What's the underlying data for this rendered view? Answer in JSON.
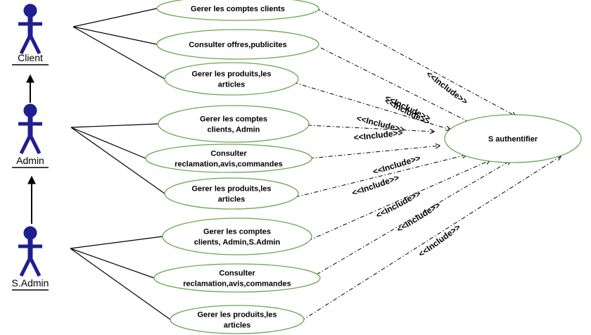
{
  "actors": [
    {
      "id": "client",
      "label": "Client"
    },
    {
      "id": "admin",
      "label": "Admin"
    },
    {
      "id": "sadmin",
      "label": "S.Admin"
    }
  ],
  "use_cases": [
    {
      "id": "uc1",
      "lines": [
        "Gerer les comptes clients"
      ]
    },
    {
      "id": "uc2",
      "lines": [
        "Consulter offres,publicites"
      ]
    },
    {
      "id": "uc3",
      "lines": [
        "Gerer les produits,les",
        "articles"
      ]
    },
    {
      "id": "uc4",
      "lines": [
        "Gerer les comptes",
        "clients, Admin"
      ]
    },
    {
      "id": "uc5",
      "lines": [
        "Consulter",
        "reclamation,avis,commandes"
      ]
    },
    {
      "id": "uc6",
      "lines": [
        "Gerer les produits,les",
        "articles"
      ]
    },
    {
      "id": "uc7",
      "lines": [
        "Gerer les comptes",
        "clients, Admin,S.Admin"
      ]
    },
    {
      "id": "uc8",
      "lines": [
        "Consulter",
        "reclamation,avis,commandes"
      ]
    },
    {
      "id": "uc9",
      "lines": [
        "Gerer les produits,les",
        "articles"
      ]
    }
  ],
  "auth": {
    "label": "S authentifier"
  },
  "include_label": "<<Include>>",
  "associations": [
    {
      "actor": "client",
      "use_cases": [
        "uc1",
        "uc2",
        "uc3"
      ]
    },
    {
      "actor": "admin",
      "use_cases": [
        "uc4",
        "uc5",
        "uc6"
      ]
    },
    {
      "actor": "sadmin",
      "use_cases": [
        "uc7",
        "uc8",
        "uc9"
      ]
    }
  ],
  "generalizations": [
    {
      "from": "admin",
      "to": "client"
    },
    {
      "from": "sadmin",
      "to": "admin"
    }
  ],
  "colors": {
    "actor": "#1f1f8f",
    "ellipse_stroke": "#6aa84f",
    "line": "#000000"
  }
}
